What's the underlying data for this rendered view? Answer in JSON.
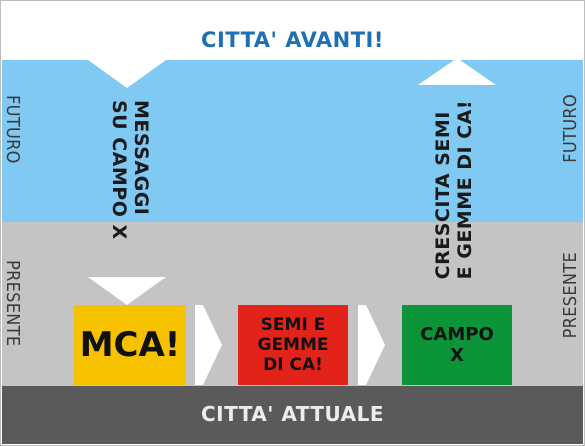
{
  "header": {
    "title": "CITTA' AVANTI!"
  },
  "footer": {
    "title": "CITTA' ATTUALE"
  },
  "side_labels": {
    "future": "FUTURO",
    "present": "PRESENTE"
  },
  "vertical_labels": {
    "messages": "MESSAGGI\nSU CAMPO X",
    "growth": "CRESCITA SEMI\nE GEMME DI CA!"
  },
  "boxes": {
    "mca": "MCA!",
    "semi": "SEMI E\nGEMME\nDI CA!",
    "campo": "CAMPO\nX"
  },
  "colors": {
    "future_band": "#80c9f2",
    "present_band": "#c4c4c4",
    "bottom_band": "#5a5a5a",
    "title": "#1d70b3",
    "mca": "#f6c200",
    "semi": "#e2231a",
    "campo": "#0c9439"
  }
}
